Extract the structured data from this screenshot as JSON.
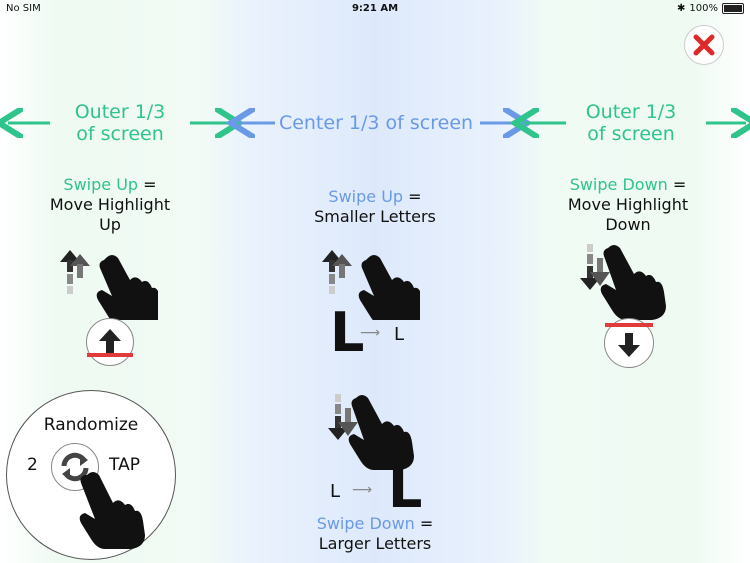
{
  "status_bar": {
    "carrier": "No SIM",
    "time": "9:21 AM",
    "battery": "100%"
  },
  "zones": {
    "left": "Outer 1/3\nof screen",
    "center": "Center 1/3 of screen",
    "right": "Outer 1/3\nof screen"
  },
  "instructions": {
    "left": {
      "gesture": "Swipe Up",
      "equals": "=",
      "action": "Move Highlight\nUp"
    },
    "center_up": {
      "gesture": "Swipe Up",
      "equals": "=",
      "action": "Smaller Letters"
    },
    "center_down": {
      "gesture": "Swipe Down",
      "equals": "=",
      "action": "Larger Letters"
    },
    "right": {
      "gesture": "Swipe Down",
      "equals": "=",
      "action": "Move Highlight\nDown"
    }
  },
  "letters": {
    "big": "L",
    "small": "L"
  },
  "randomize": {
    "title": "Randomize",
    "count": "2",
    "tap": "TAP"
  },
  "colors": {
    "green": "#2ec48c",
    "blue": "#6a9ae6",
    "red": "#e03a3a"
  },
  "icons": [
    "close-icon",
    "swipe-up-hand-icon",
    "swipe-down-hand-icon",
    "up-arrow-icon",
    "down-arrow-icon",
    "refresh-icon",
    "tap-hand-icon"
  ]
}
